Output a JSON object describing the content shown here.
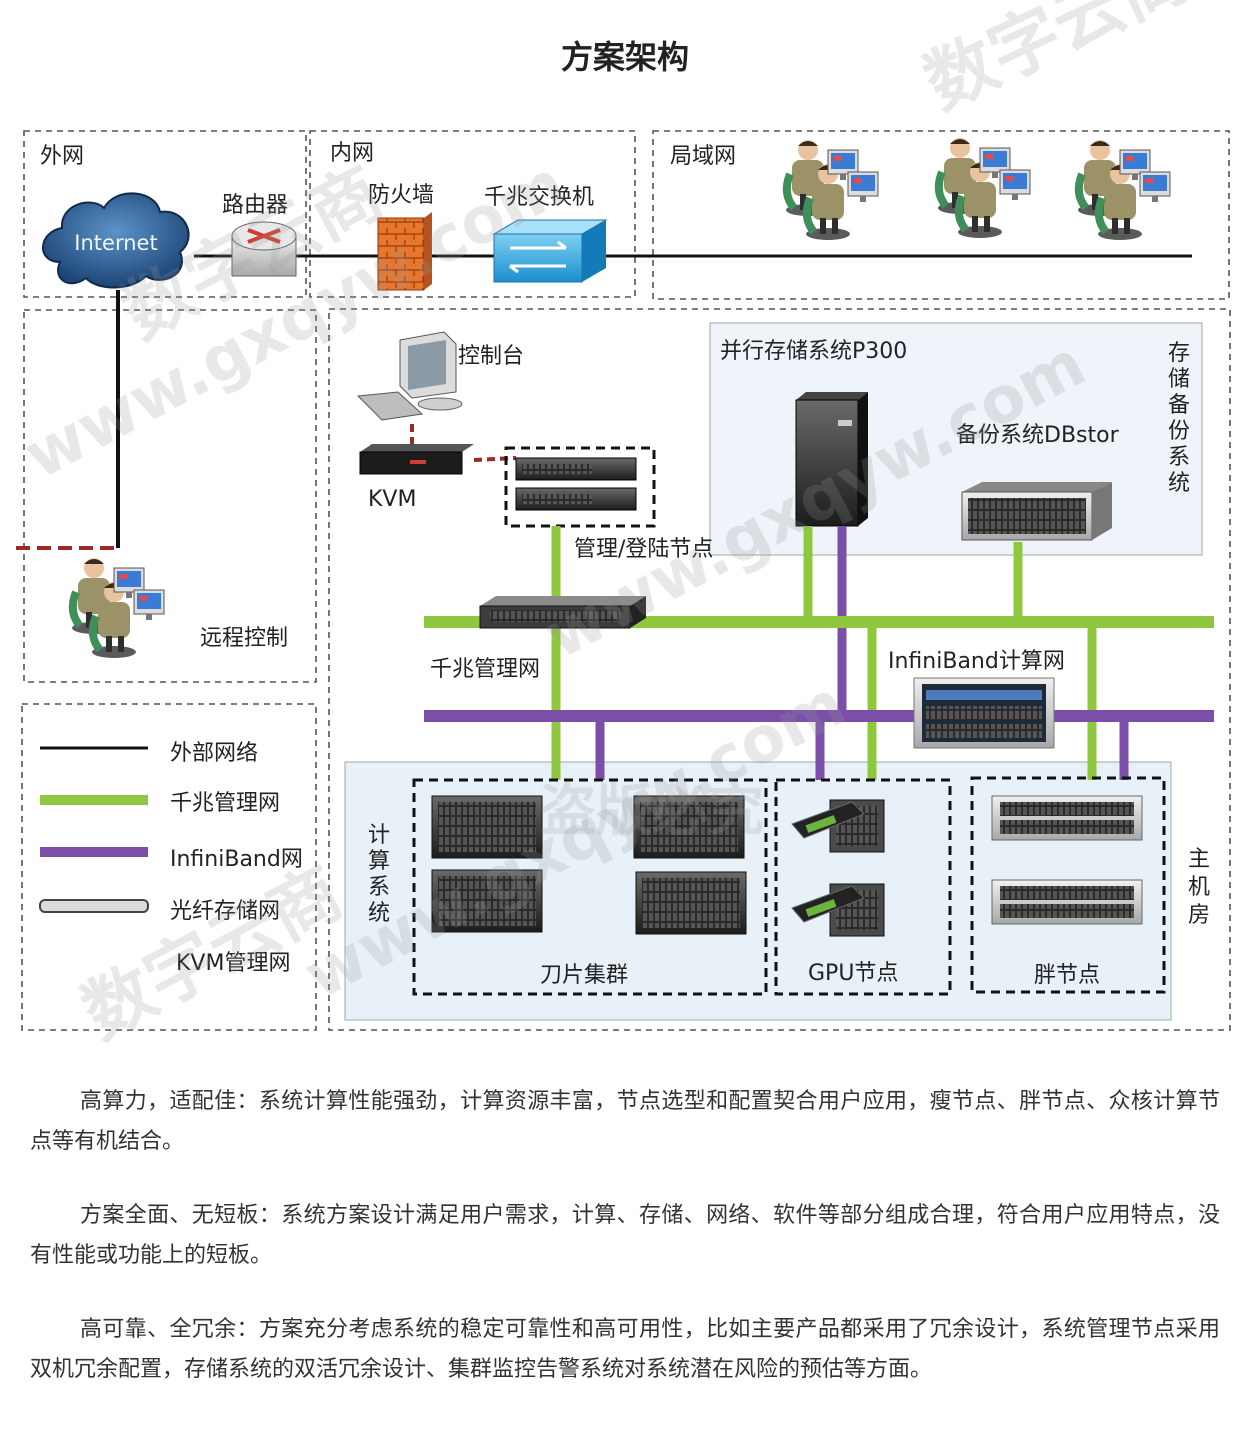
{
  "title": "方案架构",
  "zones": {
    "wan": "外网",
    "intranet": "内网",
    "lan": "局域网"
  },
  "devices": {
    "internet": "Internet",
    "router": "路由器",
    "firewall": "防火墙",
    "gigabit_switch": "千兆交换机",
    "console": "控制台",
    "kvm": "KVM",
    "login_node": "管理/登陆节点",
    "parallel_storage": "并行存储系统P300",
    "backup": "备份系统DBstor",
    "storage_system": "存储备份系统",
    "gigabit_mgmt_net": "千兆管理网",
    "infiniband_net": "InfiniBand计算网",
    "compute_system": "计算系统",
    "blade_cluster": "刀片集群",
    "gpu_node": "GPU节点",
    "fat_node": "胖节点",
    "main_room": "主机房",
    "remote_control": "远程控制"
  },
  "legend": [
    {
      "label": "外部网络",
      "color": "#111111"
    },
    {
      "label": "千兆管理网",
      "color": "#8fc73e"
    },
    {
      "label": "InfiniBand网",
      "color": "#7b4fa8"
    },
    {
      "label": "光纤存储网",
      "color": "#d6d6d6"
    },
    {
      "label": "KVM管理网",
      "color": "#9b2a22"
    }
  ],
  "colors": {
    "gigabit": "#8fc73e",
    "infiniband": "#7b4fa8",
    "kvm": "#9b2a22",
    "external": "#111111"
  },
  "paragraphs": [
    "高算力，适配佳：系统计算性能强劲，计算资源丰富，节点选型和配置契合用户应用，瘦节点、胖节点、众核计算节点等有机结合。",
    "方案全面、无短板：系统方案设计满足用户需求，计算、存储、网络、软件等部分组成合理，符合用户应用特点，没有性能或功能上的短板。",
    "高可靠、全冗余：方案充分考虑系统的稳定可靠性和高可用性，比如主要产品都采用了冗余设计，系统管理节点采用双机冗余配置，存储系统的双活冗余设计、集群监控告警系统对系统潜在风险的预估等方面。"
  ],
  "watermark": {
    "brand": "数字云商",
    "domain": "www.gxqyw.com",
    "overlay": "盗版必究"
  }
}
